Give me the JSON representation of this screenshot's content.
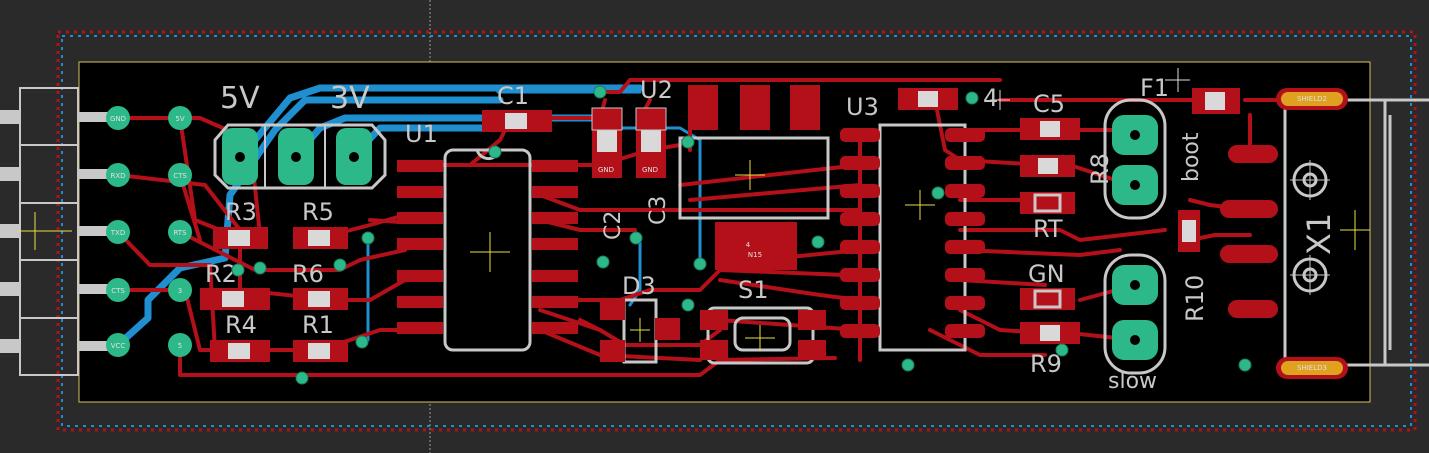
{
  "board": {
    "colors": {
      "background": "#2a2a2a",
      "board_fill": "#000000",
      "outline": "#d4c060",
      "top_copper": "#b3101a",
      "bottom_copper": "#1f8fd0",
      "silkscreen": "#c8c8c8",
      "via": "#2db88a",
      "shield_pad": "#e0a020"
    }
  },
  "labels": {
    "jumper_5v": "5V",
    "jumper_3v": "3V",
    "c1": "C1",
    "u2": "U2",
    "u1": "U1",
    "u3": "U3",
    "c4_suffix": "4",
    "c5": "C5",
    "f1": "F1",
    "boot": "boot",
    "r8": "R8",
    "rt": "RT",
    "x1": "X1",
    "r10": "R10",
    "gn": "GN",
    "r9": "R9",
    "slow": "slow",
    "s1": "S1",
    "d3": "D3",
    "c2": "C2",
    "c3": "C3",
    "r3": "R3",
    "r5": "R5",
    "r2": "R2",
    "r6": "R6",
    "r4": "R4",
    "r1": "R1",
    "shield1": "SHIELD2",
    "shield2": "SHIELD3",
    "n15": "N15",
    "n15_num": "4",
    "gnd_a": "GND",
    "gnd_b": "GND"
  },
  "header_pins": [
    "GND",
    "RXD",
    "TXD",
    "CTS",
    "VCC"
  ],
  "header_pins_right": [
    "5V",
    "CTS",
    "RTS",
    "3",
    "5"
  ]
}
